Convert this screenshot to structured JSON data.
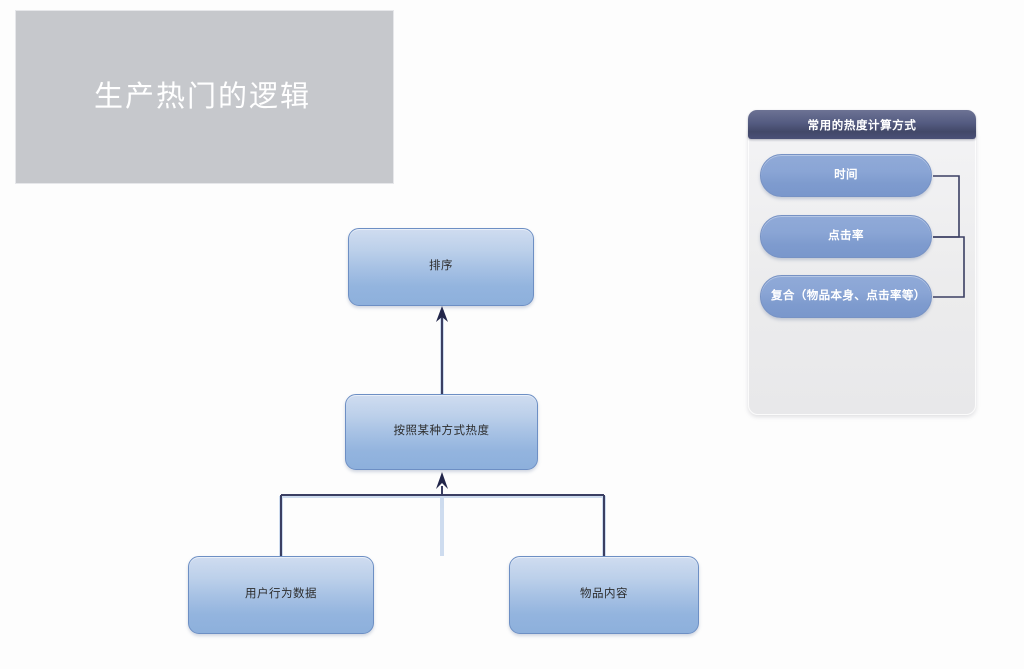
{
  "title_block": {
    "text": "生产热门的逻辑",
    "background_color": "#c6c8cc",
    "text_color": "#ffffff"
  },
  "flowchart": {
    "nodes": [
      {
        "id": "sort",
        "label": "排序"
      },
      {
        "id": "heat",
        "label": "按照某种方式热度"
      },
      {
        "id": "behavior",
        "label": "用户行为数据"
      },
      {
        "id": "content",
        "label": "物品内容"
      }
    ],
    "edges": [
      {
        "from": "heat",
        "to": "sort",
        "arrow": "up"
      },
      {
        "from": "behavior",
        "to": "heat",
        "arrow": "up"
      },
      {
        "from": "content",
        "to": "heat",
        "arrow": "up"
      }
    ],
    "node_fill_color": "#a6c1e4",
    "node_border_color": "#6d8fc4",
    "connector_color": "#3b3f63"
  },
  "panel": {
    "header_title": "常用的热度计算方式",
    "header_color": "#4a5077",
    "body_color": "#ecedef",
    "items": [
      {
        "label": "时间"
      },
      {
        "label": "点击率"
      },
      {
        "label": "复合（物品本身、点击率等）"
      }
    ],
    "pill_color": "#839fd1",
    "bracket_color": "#3b3f63"
  }
}
